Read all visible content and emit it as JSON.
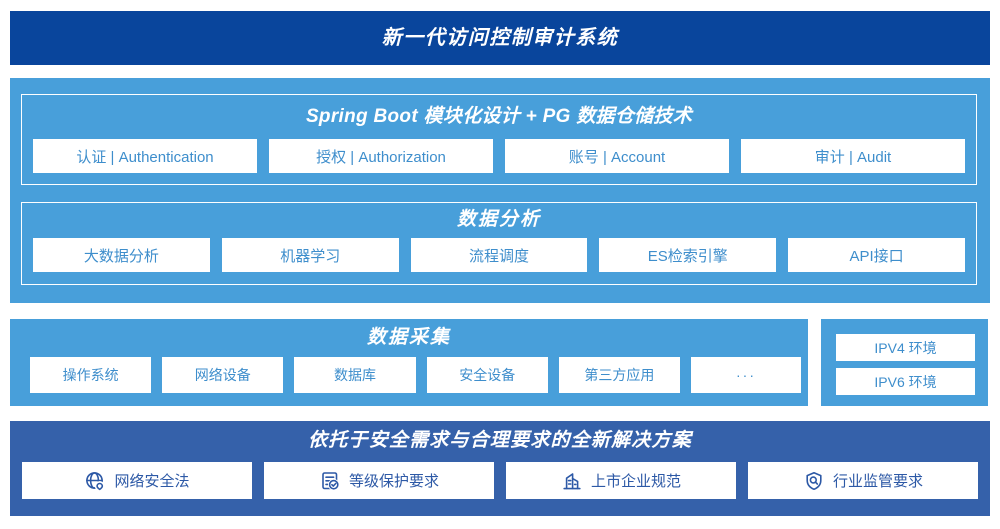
{
  "title": "新一代访问控制审计系统",
  "colors": {
    "header_navy": "#09459c",
    "sky_blue": "#489fda",
    "solution_blue": "#3561aa",
    "box_text_blue": "#3e8ecc",
    "solution_text_blue": "#2d59a6",
    "white": "#ffffff"
  },
  "platform": {
    "groups": [
      {
        "title": "Spring Boot 模块化设计 + PG 数据仓储技术",
        "items": [
          "认证 | Authentication",
          "授权 | Authorization",
          "账号 | Account",
          "审计 | Audit"
        ]
      },
      {
        "title": "数据分析",
        "items": [
          "大数据分析",
          "机器学习",
          "流程调度",
          "ES检索引擎",
          "API接口"
        ]
      }
    ]
  },
  "collection": {
    "title": "数据采集",
    "items": [
      "操作系统",
      "网络设备",
      "数据库",
      "安全设备",
      "第三方应用",
      "···"
    ]
  },
  "environment": {
    "items": [
      "IPV4 环境",
      "IPV6 环境"
    ]
  },
  "solution": {
    "title": "依托于安全需求与合理要求的全新解决方案",
    "items": [
      {
        "icon": "globe-icon",
        "label": "网络安全法"
      },
      {
        "icon": "document-check-icon",
        "label": "等级保护要求"
      },
      {
        "icon": "building-icon",
        "label": "上市企业规范"
      },
      {
        "icon": "shield-search-icon",
        "label": "行业监管要求"
      }
    ]
  }
}
